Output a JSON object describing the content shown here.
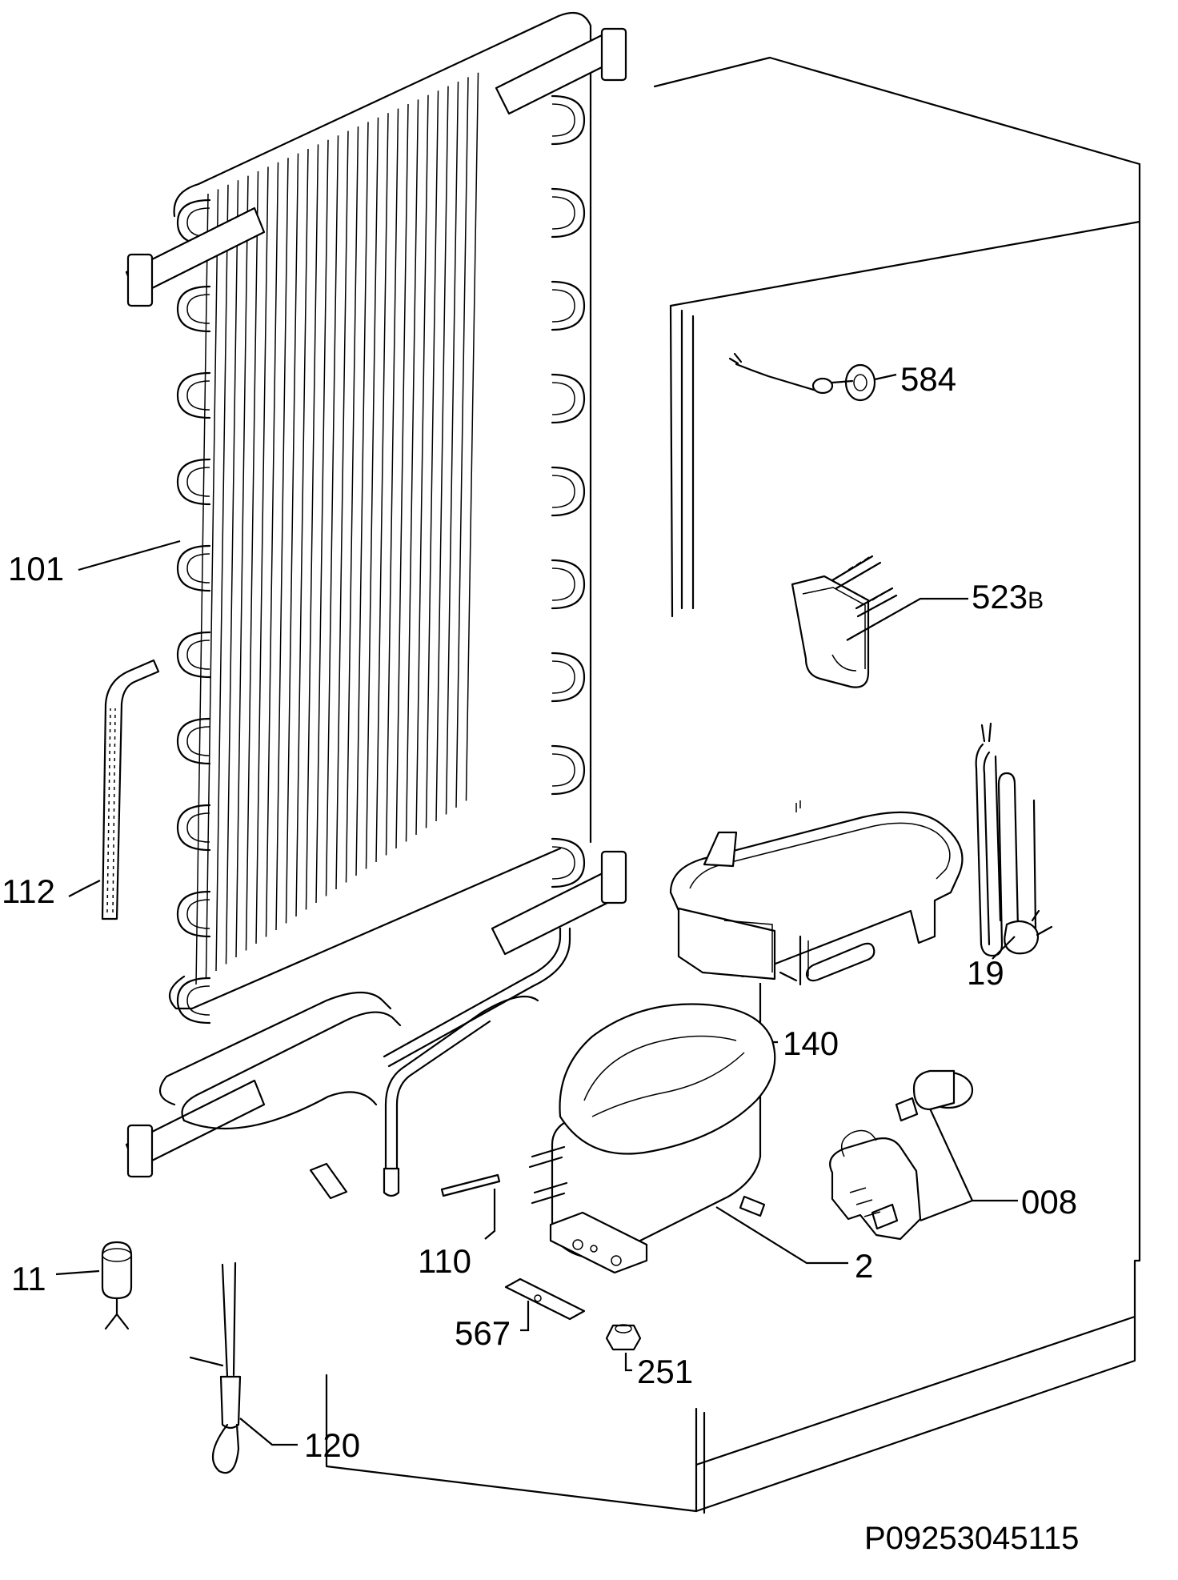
{
  "diagram": {
    "reference_code": "P09253045115",
    "parts": [
      {
        "id": "584",
        "label": "584"
      },
      {
        "id": "523B",
        "label": "523",
        "suffix": "B"
      },
      {
        "id": "101",
        "label": "101"
      },
      {
        "id": "112",
        "label": "112"
      },
      {
        "id": "19",
        "label": "19"
      },
      {
        "id": "140",
        "label": "140"
      },
      {
        "id": "008",
        "label": "008"
      },
      {
        "id": "2",
        "label": "2"
      },
      {
        "id": "110",
        "label": "110"
      },
      {
        "id": "11",
        "label": "11"
      },
      {
        "id": "567",
        "label": "567"
      },
      {
        "id": "251",
        "label": "251"
      },
      {
        "id": "120",
        "label": "120"
      }
    ]
  }
}
